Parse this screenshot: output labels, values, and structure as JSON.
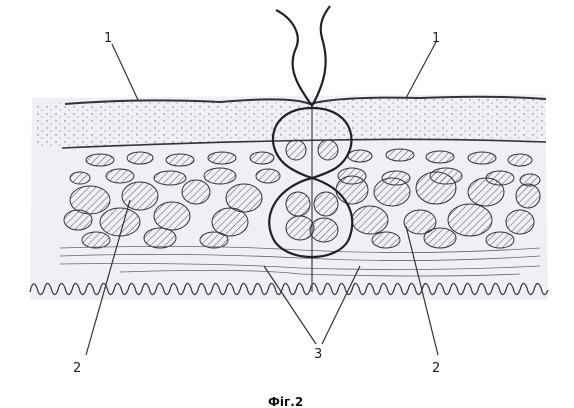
{
  "figure": {
    "caption": "Фіг.2",
    "labels": {
      "skin_left": "1",
      "skin_right": "1",
      "fat_left": "2",
      "fat_right": "2",
      "muscle": "3"
    }
  }
}
